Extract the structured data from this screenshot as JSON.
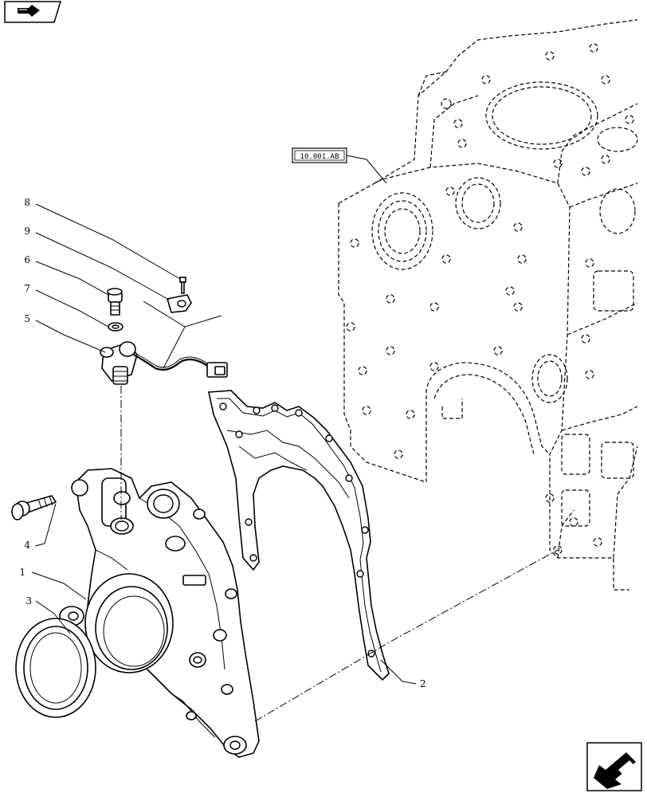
{
  "diagram": {
    "reference_label": "10.001.AB",
    "callouts": [
      {
        "id": "1",
        "label": "1"
      },
      {
        "id": "2",
        "label": "2"
      },
      {
        "id": "3",
        "label": "3"
      },
      {
        "id": "4",
        "label": "4"
      },
      {
        "id": "5",
        "label": "5"
      },
      {
        "id": "6",
        "label": "6"
      },
      {
        "id": "7",
        "label": "7"
      },
      {
        "id": "8",
        "label": "8"
      },
      {
        "id": "9",
        "label": "9"
      }
    ],
    "icons": {
      "top_left": "previous-page-arrow-icon",
      "bottom_right": "next-page-arrow-icon"
    }
  }
}
